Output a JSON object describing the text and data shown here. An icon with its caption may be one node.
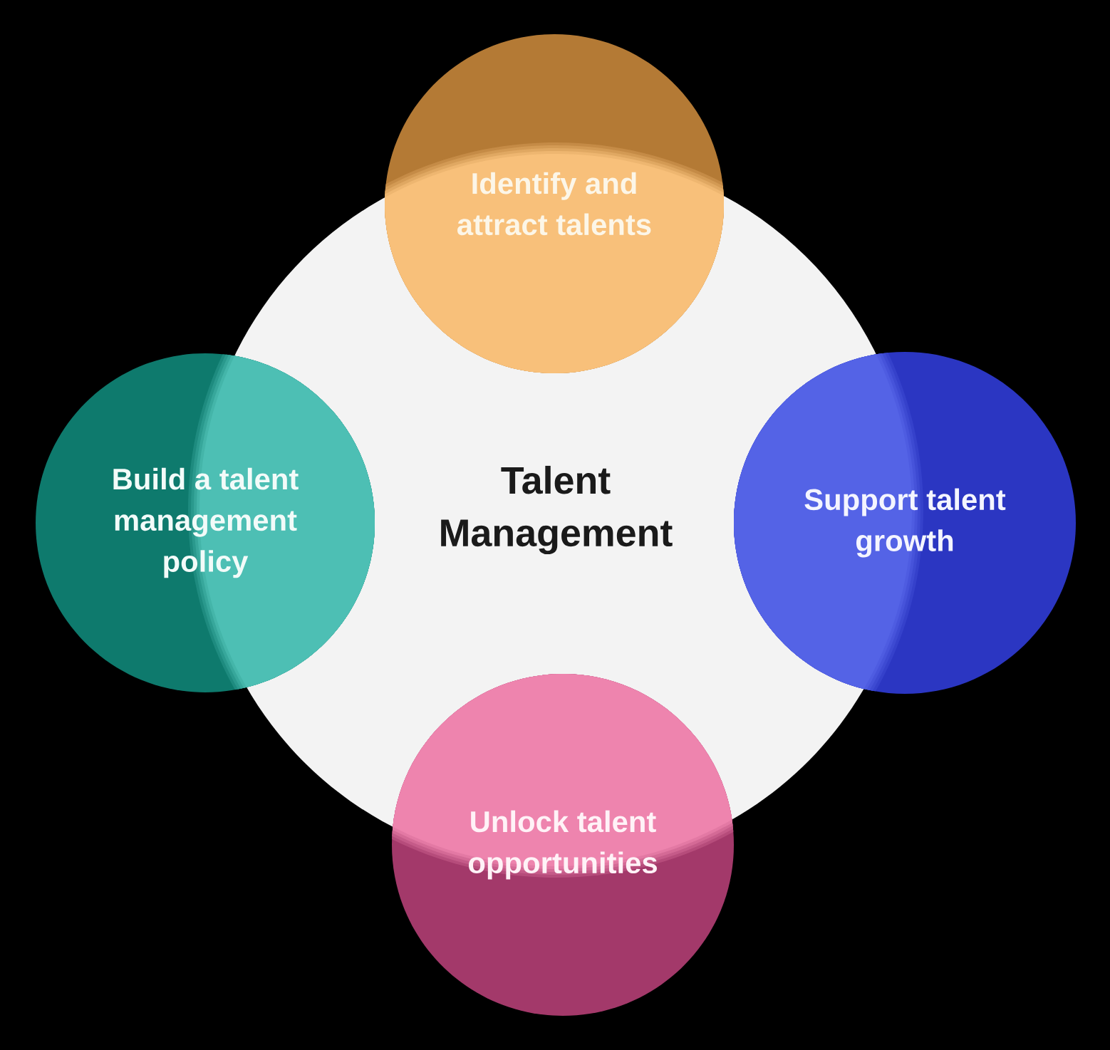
{
  "diagram": {
    "nodes": [
      {
        "text": [
          "Identify and attract talents"
        ]
      },
      {
        "text": [
          "Build a talent management policy"
        ]
      },
      {
        "text": [
          "Talent Management"
        ]
      },
      {
        "text": [
          "Support talent growth"
        ]
      },
      {
        "text": [
          "Unlock talent opportunities"
        ]
      }
    ]
  }
}
